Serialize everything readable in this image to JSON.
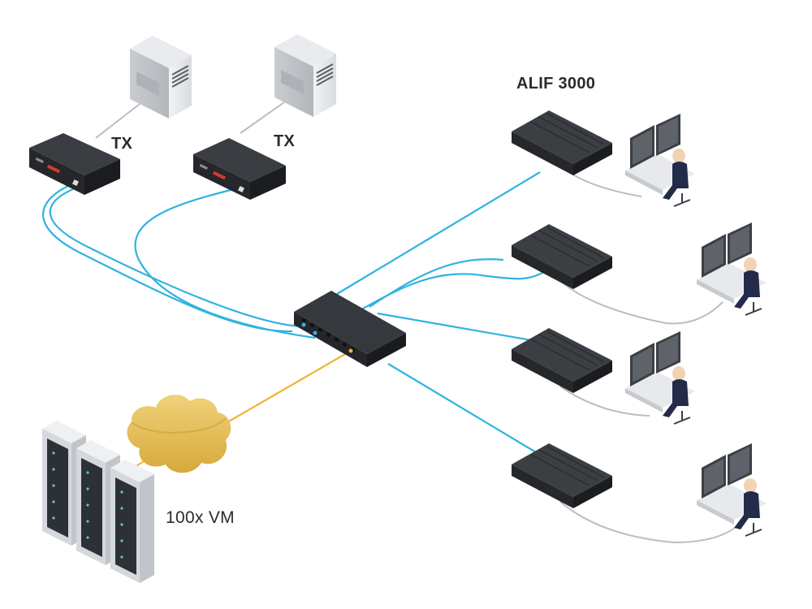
{
  "labels": {
    "tx_left": "TX",
    "tx_right": "TX",
    "receiver_model": "ALIF 3000",
    "virtual_machines": "100x VM"
  },
  "colors": {
    "fiber_cable": "#2fb3e0",
    "ethernet_cable": "#f2b233",
    "copper_cable": "#b9b9b9",
    "cloud": "#e8c25a",
    "device_body": "#2a2c30",
    "server_case": "#e3e5e8"
  },
  "icons": {
    "workstation": "server-tower-icon",
    "transmitter": "kvm-transmitter-icon",
    "switch": "network-switch-icon",
    "receiver": "kvm-receiver-icon",
    "operator": "operator-workstation-icon",
    "cloud": "cloud-icon",
    "rack": "server-rack-icon"
  }
}
